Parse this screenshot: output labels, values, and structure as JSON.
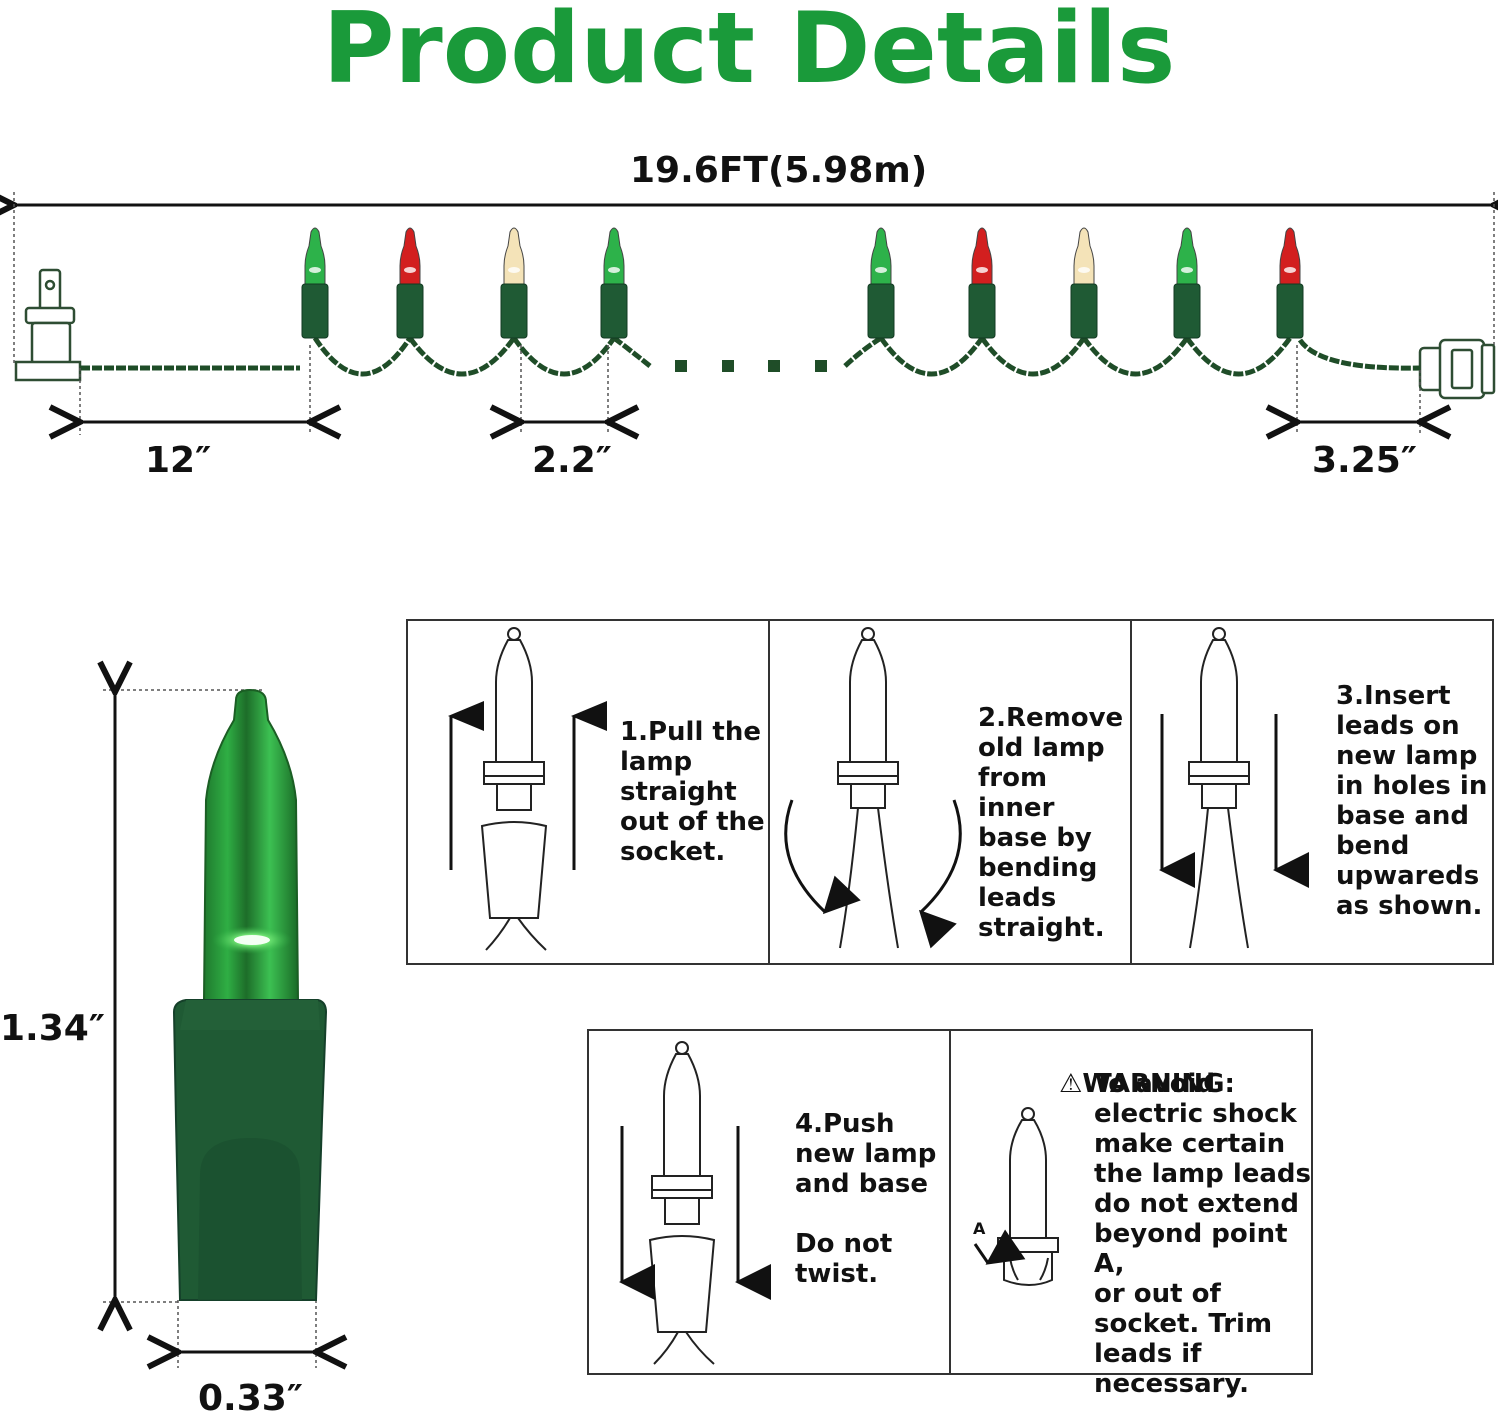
{
  "title": "Product Details",
  "dimensions": {
    "total_length": "19.6FT(5.98m)",
    "lead_in": "12″",
    "bulb_spacing": "2.2″",
    "lead_out": "3.25″",
    "bulb_height": "1.34″",
    "bulb_width": "0.33″"
  },
  "string_bulbs": [
    "green",
    "red",
    "clear",
    "green",
    "green",
    "red",
    "clear",
    "green",
    "red"
  ],
  "colors": {
    "title": "#1a9a3a",
    "wire": "#1f4d28",
    "bulb_green": "#2db24a",
    "bulb_red": "#d21f1f",
    "bulb_clear": "#f4e3b8",
    "socket": "#1f5a34"
  },
  "steps": [
    {
      "text": "1.Pull the\nlamp\nstraight\nout of the\nsocket."
    },
    {
      "text": "2.Remove\nold lamp\nfrom inner\nbase by\nbending\nleads\nstraight."
    },
    {
      "text": "3.Insert\nleads on\nnew lamp\nin holes in\nbase and\nbend\nupwareds\nas shown."
    },
    {
      "text": "4.Push\nnew lamp\nand base\n\nDo not\ntwist."
    }
  ],
  "warning": {
    "heading": "WARNING:",
    "text": "To avoid\nelectric shock\nmake certain\nthe lamp leads\ndo not extend\nbeyond point A,\nor out of\nsocket. Trim\nleads if\nnecessary.",
    "point_label": "A"
  }
}
